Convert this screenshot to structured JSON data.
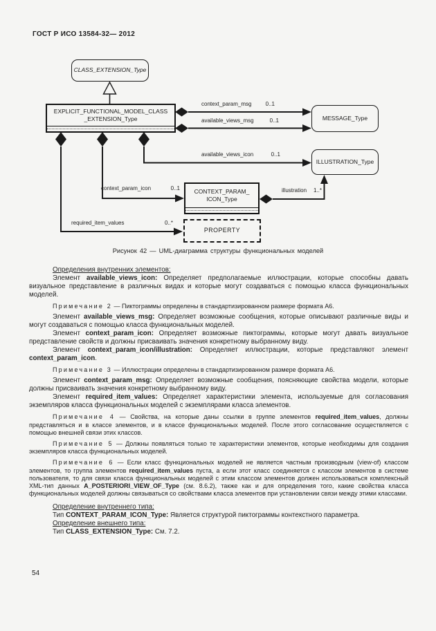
{
  "page": {
    "header": "ГОСТ Р ИСО 13584-32— 2012",
    "page_number": "54"
  },
  "diagram": {
    "caption": "Рисунок 42 — UML-диаграмма структуры функциональных моделей",
    "nodes": {
      "class_extension": {
        "label": "CLASS_EXTENSION_Type"
      },
      "explicit": {
        "line1": "EXPLICIT_FUNCTIONAL_MODEL_CLASS",
        "line2": "_EXTENSION_Type"
      },
      "message": {
        "label": "MESSAGE_Type"
      },
      "illustration": {
        "label": "ILLUSTRATION_Type"
      },
      "context_param_icon": {
        "line1": "CONTEXT_PARAM_",
        "line2": "ICON_Type"
      },
      "property": {
        "label": "PROPERTY"
      }
    },
    "edges": {
      "context_param_msg": {
        "label": "context_param_msg",
        "mult": "0..1"
      },
      "available_views_msg": {
        "label": "available_views_msg",
        "mult": "0..1"
      },
      "available_views_icon": {
        "label": "available_views_icon",
        "mult": "0..1"
      },
      "context_param_icon": {
        "label": "context_param_icon",
        "mult": "0..1"
      },
      "illustration": {
        "label": "illustration",
        "mult": "1..*"
      },
      "required_item_values": {
        "label": "required_item_values",
        "mult": "0..*"
      }
    }
  },
  "content": {
    "heading1": "Определения внутренних элементов:",
    "p1": {
      "a": "Элемент ",
      "b": "available_views_icon:",
      "c": " Определяет предполагаемые иллюстрации, которые способны давать визуальное представление в различных видах и которые могут создаваться с помощью класса функциональных моделей."
    },
    "note2": {
      "label": "Примечание 2",
      "text": " — Пиктограммы определены в стандартизированном размере формата А6."
    },
    "p2": {
      "a": "Элемент ",
      "b": "available_views_msg:",
      "c": " Определяет возможные сообщения, которые описывают различные виды и могут создаваться с помощью класса функциональных моделей."
    },
    "p3": {
      "a": "Элемент ",
      "b": "context_param_icon:",
      "c": " Определяет возможные пиктограммы, которые могут давать визуальное представление свойств и должны присваивать значения конкретному выбранному виду."
    },
    "p4": {
      "a": "Элемент ",
      "b": "context_param_icon/illustration:",
      "c": " Определяет иллюстрации, которые представляют элемент ",
      "d": "context_param_icon",
      "e": "."
    },
    "note3": {
      "label": "Примечание 3",
      "text": " — Иллюстрации определены в стандартизированном размере формата А6."
    },
    "p5": {
      "a": "Элемент ",
      "b": "context_param_msg:",
      "c": " Определяет возможные сообщения, поясняющие свойства модели, которые должны присваивать значения конкретному выбранному виду."
    },
    "p6": {
      "a": "Элемент ",
      "b": "required_item_values:",
      "c": " Определяет характеристики элемента, используемые для согласования экземпляров класса функциональных моделей с экземплярами класса элементов."
    },
    "note4": {
      "label": "Примечание 4",
      "a": " — Свойства, на которые даны ссылки в группе элементов ",
      "b": "required_item_values",
      "c": ", должны представляться и в классе элементов, и в классе функциональных моделей. После этого согласование осуществляется с помощью внешней связи этих классов."
    },
    "note5": {
      "label": "Примечание 5",
      "a": " — Должны появляться только те характеристики элементов, которые необходимы для создания экземпляров класса функциональных моделей."
    },
    "note6": {
      "label": "Примечание 6",
      "a": " — Если класс функциональных моделей не является частным производным (view-of) классом элементов, то группа элементов ",
      "b": "required_item_values",
      "c": " пуста, а если этот класс соединяется с классом элементов в системе пользователя, то для связи класса функциональных моделей с этим классом элементов должен использоваться комплексный XML-тип данных ",
      "d": "A_POSTERIORI_VIEW_OF_Type",
      "e": " (см. 8.6.2), также как и для определения того, какие свойства класса функциональных моделей должны связываться со свойствами класса элементов при установлении связи между этими классами."
    },
    "heading2": "Определение внутреннего типа:",
    "p7": {
      "a": "Тип ",
      "b": "CONTEXT_PARAM_ICON_Type:",
      "c": " Является структурой пиктограммы контекстного параметра."
    },
    "heading3": "Определение внешнего типа:",
    "p8": {
      "a": "Тип ",
      "b": "CLASS_EXTENSION_Type:",
      "c": " См. 7.2."
    }
  }
}
